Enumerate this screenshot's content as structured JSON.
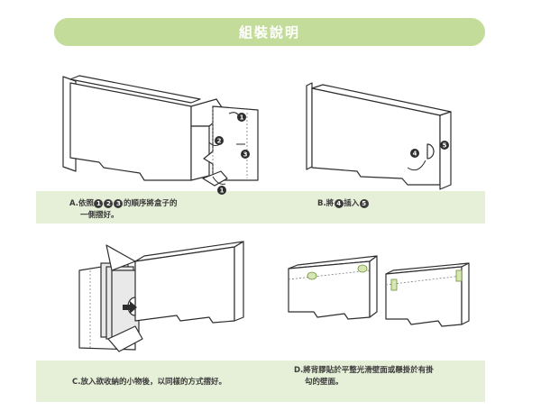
{
  "header": {
    "title": "組裝說明"
  },
  "steps": {
    "a": {
      "prefix": "A.依照",
      "n1": "1",
      "n2": "2",
      "n3": "3",
      "suffix": "的順序將盒子的",
      "line2": "一側摺好。"
    },
    "b": {
      "prefix": "B.將",
      "n4": "4",
      "mid": "插入",
      "n5": "5"
    },
    "c": {
      "text": "C.放入欲收納的小物後，以同樣的方式摺好。"
    },
    "d": {
      "line1": "D.將背膠貼於平整光滑壁面或懸掛於有掛",
      "line2": "勾的壁面。"
    }
  },
  "diagram_markers": {
    "a": [
      "1",
      "2",
      "3",
      "1"
    ],
    "b": [
      "4",
      "5"
    ]
  },
  "colors": {
    "header_bg": "#c4dc9a",
    "caption_bg": "#e6efd8",
    "line": "#2e2e2e",
    "tape": "#d7e7b4"
  }
}
